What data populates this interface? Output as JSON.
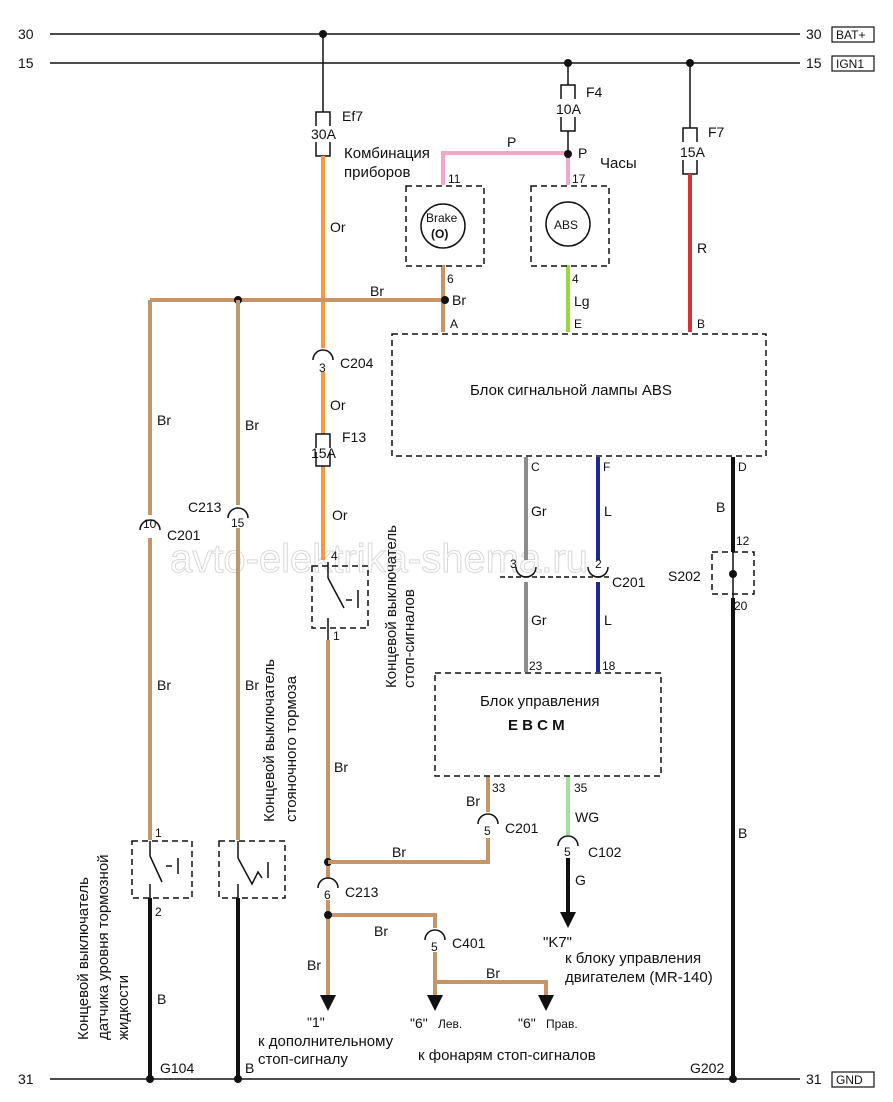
{
  "rails": {
    "top_num": "30",
    "top_tag": "BAT+",
    "ign_num": "15",
    "ign_tag": "IGN1",
    "gnd_num": "31",
    "gnd_tag": "GND"
  },
  "fuses": {
    "ef7_name": "Ef7",
    "ef7_rating": "30A",
    "f4_name": "F4",
    "f4_rating": "10A",
    "f7_name": "F7",
    "f7_rating": "15A",
    "f13_name": "F13",
    "f13_rating": "15A"
  },
  "components": {
    "cluster_line1": "Комбинация",
    "cluster_line2": "приборов",
    "clock": "Часы",
    "brake_lamp": "Brake",
    "brake_symbol": "(O)",
    "abs_lamp": "ABS",
    "abs_block": "Блок сигнальной лампы ABS",
    "ebcm_line1": "Блок управления",
    "ebcm_line2": "E B C M",
    "stop_switch_line1": "Концевой выключатель",
    "stop_switch_line2": "стоп-сигналов",
    "park_switch_line1": "Концевой выключатель",
    "park_switch_line2": "стояночного тормоза",
    "fluid_switch_line1": "Концевой выключатель",
    "fluid_switch_line2": "датчика уровня тормозной",
    "fluid_switch_line3": "жидкости"
  },
  "wires": {
    "p1": "P",
    "p2": "P",
    "or1": "Or",
    "or2": "Or",
    "or3": "Or",
    "r": "R",
    "br_top": "Br",
    "br_junction": "Br",
    "br_left1": "Br",
    "br_left2": "Br",
    "br_mid1": "Br",
    "br_mid2": "Br",
    "br_stop": "Br",
    "br_c201": "Br",
    "br_bottom": "Br",
    "br_down": "Br",
    "br_lamps": "Br",
    "lg": "Lg",
    "gr1": "Gr",
    "gr2": "Gr",
    "l1": "L",
    "l2": "L",
    "b1": "B",
    "b2": "B",
    "b_left": "B",
    "b_g": "B",
    "wg": "WG",
    "g": "G"
  },
  "pins": {
    "p11": "11",
    "p6": "6",
    "p17": "17",
    "p4": "4",
    "pA": "A",
    "pE": "E",
    "pB": "B",
    "pC": "C",
    "pF": "F",
    "pD": "D",
    "c204_pin": "3",
    "c201_left": "10",
    "c213_top": "15",
    "stop_4": "4",
    "stop_1": "1",
    "c201_3": "3",
    "c201_2": "2",
    "s202_12": "12",
    "s202_20": "20",
    "ebcm_23": "23",
    "ebcm_18": "18",
    "ebcm_33": "33",
    "ebcm_35": "35",
    "c201_5": "5",
    "c102_5": "5",
    "c213_6": "6",
    "c401_5": "5",
    "fluid_1": "1",
    "fluid_2": "2"
  },
  "connectors": {
    "c204": "C204",
    "c201a": "C201",
    "c213a": "C213",
    "c201b": "C201",
    "s202": "S202",
    "c201c": "C201",
    "c102": "C102",
    "c213b": "C213",
    "c401": "C401"
  },
  "grounds": {
    "g104": "G104",
    "g202": "G202"
  },
  "destinations": {
    "k7": "\"K7\"",
    "k7_line1": "к блоку управления",
    "k7_line2": "двигателем (MR-140)",
    "extra_num": "\"1\"",
    "extra_line1": "к дополнительному",
    "extra_line2": "стоп-сигналу",
    "left_num": "\"6\"",
    "left_txt": "Лев.",
    "right_num": "\"6\"",
    "right_txt": "Прав.",
    "lamps_txt": "к фонарям стоп-сигналов"
  },
  "watermark": "avto-elektrika-shema.ru",
  "colors": {
    "pink": "#f4a6c6",
    "orange": "#f39a3c",
    "brown": "#c69466",
    "green": "#9bd83f",
    "red": "#d6303a",
    "gray": "#8c8c8c",
    "blue": "#1b2a8c",
    "black": "#111111",
    "wg": "#4cb84c"
  }
}
